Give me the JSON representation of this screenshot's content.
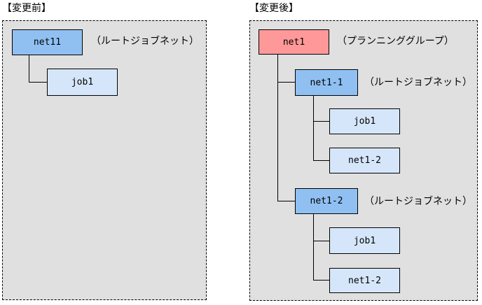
{
  "before": {
    "title": "【変更前】",
    "net11": {
      "label": "net11",
      "annotation": "（ルートジョブネット）"
    },
    "job1": {
      "label": "job1"
    }
  },
  "after": {
    "title": "【変更後】",
    "net1": {
      "label": "net1",
      "annotation": "（プランニンググループ）"
    },
    "net1_1": {
      "label": "net1-1",
      "annotation": "（ルートジョブネット）"
    },
    "net1_1_children": {
      "job1": "job1",
      "net1_2": "net1-2"
    },
    "net1_2": {
      "label": "net1-2",
      "annotation": "（ルートジョブネット）"
    },
    "net1_2_children": {
      "job1": "job1",
      "net1_2": "net1-2"
    }
  },
  "colors": {
    "planning_group_fill": "#ff9999",
    "root_jobnet_fill": "#90c0f2",
    "child_fill": "#d6e6fa",
    "panel_bg": "#e0e0e0",
    "line_color": "#000000"
  }
}
